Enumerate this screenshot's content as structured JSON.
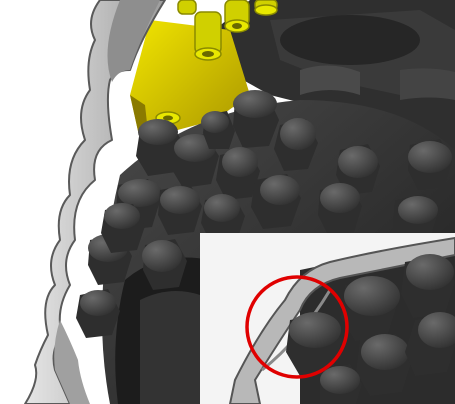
{
  "scene": {
    "main_view": "cad-render-cutting-wheel-assembly",
    "inset_view": "zoomed-detail-with-highlight-circle"
  },
  "colors": {
    "background": "#ffffff",
    "guard_plate": "#b9b9b9",
    "guard_plate_edge": "#5a5a5a",
    "tooth_dark": "#3c3c3c",
    "tooth_top": "#565656",
    "drum": "#2a2a2a",
    "brass_fitting": "#d8d800",
    "yellow_mount": "#c8b400",
    "highlight_circle": "#e00000"
  },
  "icons": {
    "highlight": "red-circle-marker"
  }
}
